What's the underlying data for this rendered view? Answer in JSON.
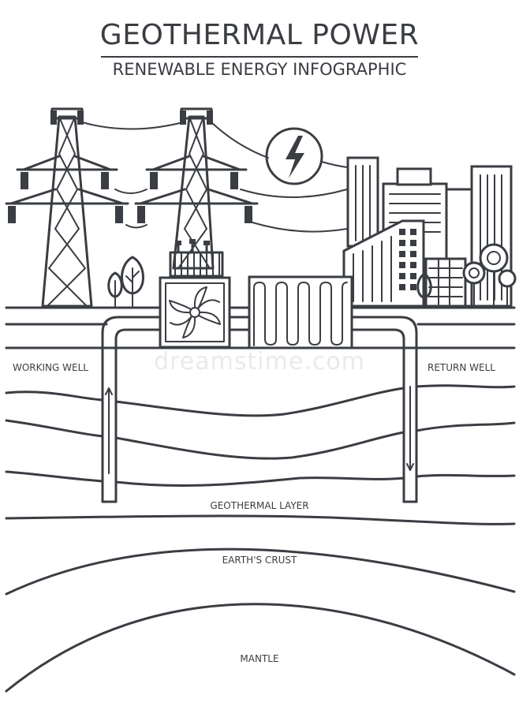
{
  "title": "GEOTHERMAL POWER",
  "subtitle": "RENEWABLE ENERGY INFOGRAPHIC",
  "labels": {
    "working_well": "WORKING WELL",
    "return_well": "RETURN WELL",
    "geothermal_layer": "GEOTHERMAL LAYER",
    "earths_crust": "EARTH'S CRUST",
    "mantle": "MANTLE"
  },
  "watermark": "dreamstime.com",
  "colors": {
    "line": "#3a3d42",
    "background": "#ffffff"
  },
  "icons": [
    "lightning-bolt-icon",
    "fan-icon",
    "heat-exchanger-icon",
    "tree-icon"
  ]
}
